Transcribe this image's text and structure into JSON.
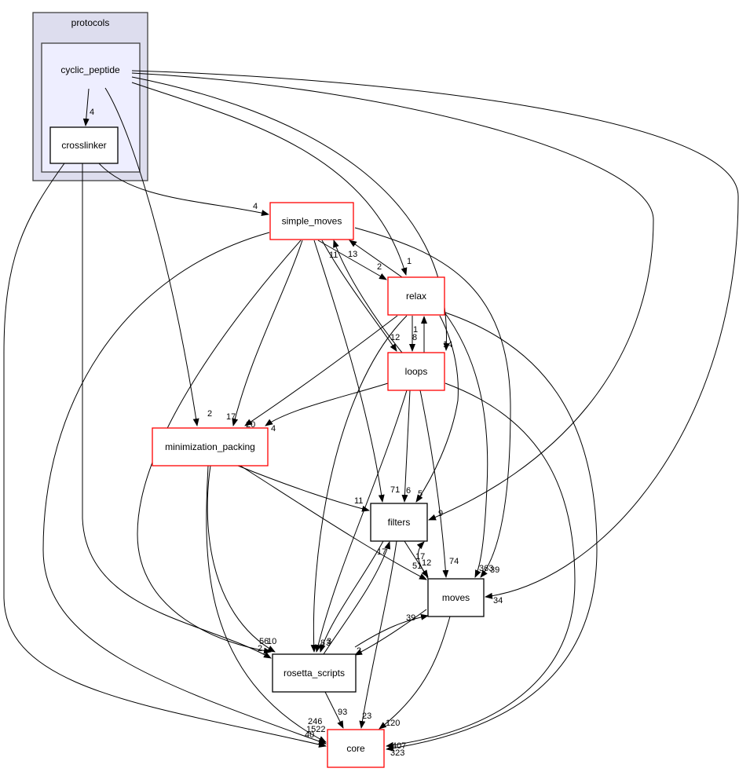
{
  "title": "Directory dependency graph for cyclic_peptide",
  "clusters": {
    "outer": {
      "id": "protocols",
      "label": "protocols"
    },
    "inner": {
      "id": "cyclic_peptide",
      "label": "cyclic_peptide"
    }
  },
  "colors": {
    "cluster_outer_fill": "#ddddee",
    "cluster_inner_fill": "#eeeeff",
    "node_truncated_border": "#ff0000",
    "node_border": "#000000",
    "edge": "#000000"
  },
  "nodes": [
    {
      "id": "crosslinker",
      "label": "crosslinker",
      "truncated": false
    },
    {
      "id": "simple_moves",
      "label": "simple_moves",
      "truncated": true
    },
    {
      "id": "relax",
      "label": "relax",
      "truncated": true
    },
    {
      "id": "loops",
      "label": "loops",
      "truncated": true
    },
    {
      "id": "minimization_packing",
      "label": "minimization_packing",
      "truncated": true
    },
    {
      "id": "filters",
      "label": "filters",
      "truncated": false
    },
    {
      "id": "moves",
      "label": "moves",
      "truncated": false
    },
    {
      "id": "rosetta_scripts",
      "label": "rosetta_scripts",
      "truncated": false
    },
    {
      "id": "core",
      "label": "core",
      "truncated": true
    }
  ],
  "edges": [
    {
      "from": "cyclic_peptide",
      "to": "crosslinker",
      "count": "4"
    },
    {
      "from": "cyclic_peptide",
      "to": "minimization_packing",
      "count": "2"
    },
    {
      "from": "cyclic_peptide",
      "to": "relax",
      "count": "1"
    },
    {
      "from": "cyclic_peptide",
      "to": "loops",
      "count": "14"
    },
    {
      "from": "cyclic_peptide",
      "to": "filters",
      "count": "9"
    },
    {
      "from": "cyclic_peptide",
      "to": "moves",
      "count": "34"
    },
    {
      "from": "crosslinker",
      "to": "simple_moves",
      "count": "4"
    },
    {
      "from": "crosslinker",
      "to": "rosetta_scripts",
      "count": "2"
    },
    {
      "from": "crosslinker",
      "to": "core",
      "count": "40"
    },
    {
      "from": "simple_moves",
      "to": "relax",
      "count": "2"
    },
    {
      "from": "simple_moves",
      "to": "loops",
      "count": "12"
    },
    {
      "from": "simple_moves",
      "to": "minimization_packing",
      "count": "17"
    },
    {
      "from": "simple_moves",
      "to": "filters",
      "count": "71"
    },
    {
      "from": "simple_moves",
      "to": "moves",
      "count": "39"
    },
    {
      "from": "simple_moves",
      "to": "rosetta_scripts",
      "count": "56"
    },
    {
      "from": "simple_moves",
      "to": "core",
      "count": "1522"
    },
    {
      "from": "relax",
      "to": "simple_moves",
      "count": "13"
    },
    {
      "from": "relax",
      "to": "loops",
      "count": "8"
    },
    {
      "from": "relax",
      "to": "minimization_packing",
      "count": "20"
    },
    {
      "from": "relax",
      "to": "filters",
      "count": "5"
    },
    {
      "from": "relax",
      "to": "moves",
      "count": "363"
    },
    {
      "from": "relax",
      "to": "rosetta_scripts",
      "count": "8"
    },
    {
      "from": "relax",
      "to": "core",
      "count": "323"
    },
    {
      "from": "loops",
      "to": "simple_moves",
      "count": "11"
    },
    {
      "from": "loops",
      "to": "relax",
      "count": "1"
    },
    {
      "from": "loops",
      "to": "minimization_packing",
      "count": "4"
    },
    {
      "from": "loops",
      "to": "filters",
      "count": "6"
    },
    {
      "from": "loops",
      "to": "moves",
      "count": "74"
    },
    {
      "from": "loops",
      "to": "rosetta_scripts",
      "count": "3"
    },
    {
      "from": "loops",
      "to": "core",
      "count": "407"
    },
    {
      "from": "minimization_packing",
      "to": "filters",
      "count": "11"
    },
    {
      "from": "minimization_packing",
      "to": "moves",
      "count": "51"
    },
    {
      "from": "minimization_packing",
      "to": "rosetta_scripts",
      "count": "10"
    },
    {
      "from": "minimization_packing",
      "to": "core",
      "count": "246"
    },
    {
      "from": "filters",
      "to": "moves",
      "count": "12"
    },
    {
      "from": "filters",
      "to": "rosetta_scripts",
      "count": "3"
    },
    {
      "from": "filters",
      "to": "core",
      "count": "23"
    },
    {
      "from": "moves",
      "to": "filters",
      "count": "17"
    },
    {
      "from": "moves",
      "to": "rosetta_scripts",
      "count": "2"
    },
    {
      "from": "moves",
      "to": "core",
      "count": "120"
    },
    {
      "from": "rosetta_scripts",
      "to": "filters",
      "count": "17"
    },
    {
      "from": "rosetta_scripts",
      "to": "moves",
      "count": "39"
    },
    {
      "from": "rosetta_scripts",
      "to": "core",
      "count": "93"
    }
  ]
}
